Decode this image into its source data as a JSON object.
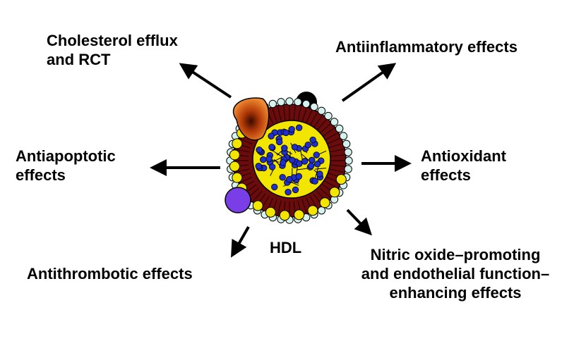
{
  "particle": {
    "label": "HDL",
    "colors": {
      "outline": "#000000",
      "phospholipid_head": "#d6f2ee",
      "phospholipid_tail": "#7a1010",
      "core": "#f2e600",
      "cholesteryl_ester": "#1f2fd1",
      "apolipoprotein_orange": "#e8661a",
      "apolipoprotein_purple": "#7a3ee6",
      "free_cholesterol": "#f2e600"
    }
  },
  "effects": {
    "cholesterol_efflux": [
      "Cholesterol efflux",
      "and RCT"
    ],
    "antiinflammatory": [
      "Antiinflammatory effects"
    ],
    "antiapoptotic": [
      "Antiapoptotic",
      "effects"
    ],
    "antioxidant": [
      "Antioxidant",
      "effects"
    ],
    "antithrombotic": [
      "Antithrombotic effects"
    ],
    "nitric_oxide": [
      "Nitric oxide–promoting",
      "and endothelial function–",
      "enhancing effects"
    ]
  }
}
